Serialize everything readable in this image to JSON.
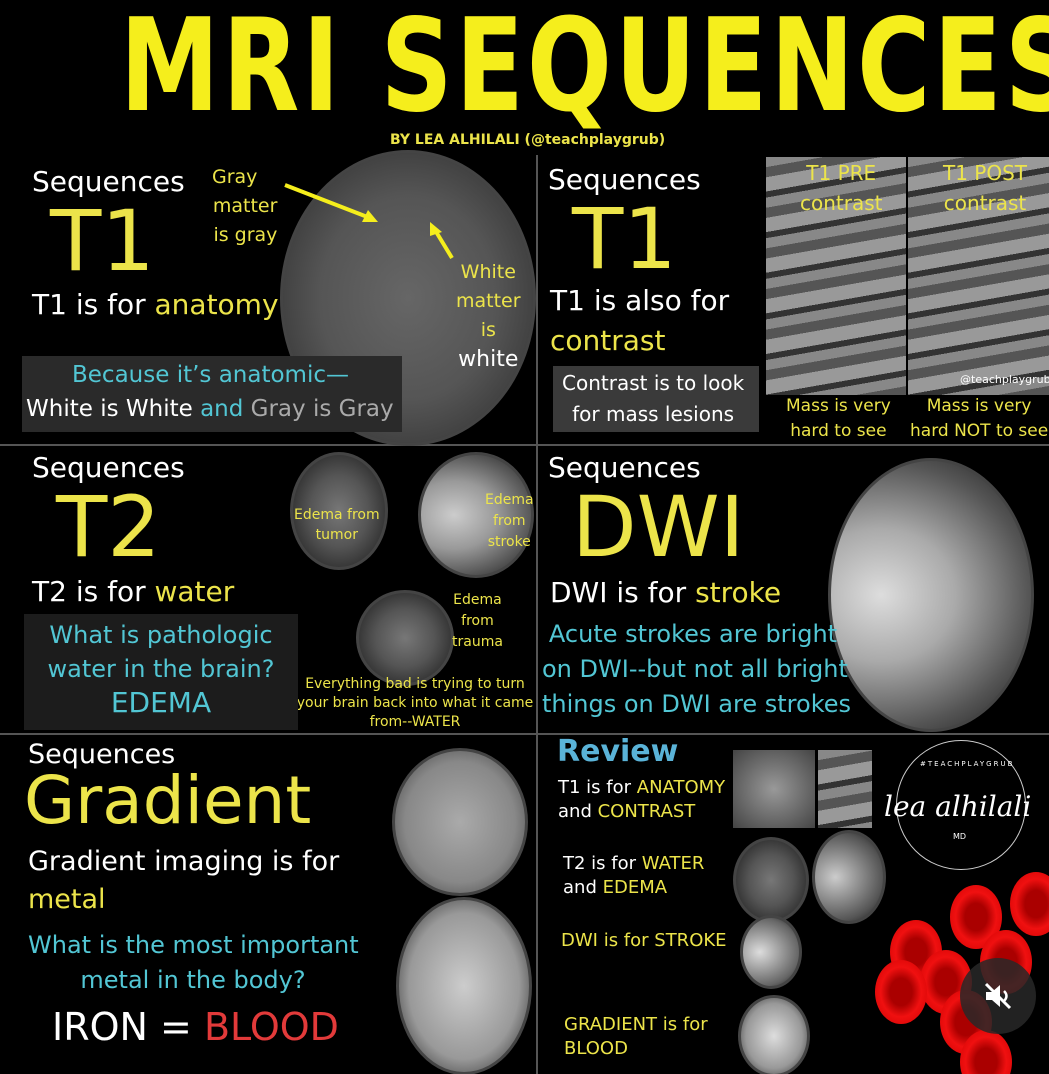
{
  "title": "MRI SEQUENCES",
  "byline": "BY LEA ALHILALI (@teachplaygrub)",
  "t1_anatomy": {
    "kicker": "Sequences",
    "name": "T1",
    "desc_a": "T1 is for ",
    "desc_b": "anatomy",
    "gray_label": [
      "Gray",
      "matter",
      "is gray"
    ],
    "white_label": [
      "White",
      "matter",
      "is",
      "white"
    ],
    "box_l1": "Because it’s anatomic—",
    "box_l2a": "White is White ",
    "box_l2b": "and ",
    "box_l2c": "Gray is Gray"
  },
  "t1_contrast": {
    "kicker": "Sequences",
    "name": "T1",
    "desc_a": "T1 is also for",
    "desc_b": "contrast",
    "box": [
      "Contrast is to look",
      "for mass lesions"
    ],
    "pre_label": [
      "T1 PRE",
      "contrast"
    ],
    "post_label": [
      "T1 POST",
      "contrast"
    ],
    "watermark": "@teachplaygrub",
    "pre_caption": [
      "Mass is very",
      "hard to see"
    ],
    "post_caption": [
      "Mass is very",
      "hard NOT to see"
    ]
  },
  "t2": {
    "kicker": "Sequences",
    "name": "T2",
    "desc_a": "T2 is for ",
    "desc_b": "water",
    "box": [
      "What is pathologic",
      "water in the brain?",
      "EDEMA"
    ],
    "tumor_label": [
      "Edema from",
      "tumor"
    ],
    "stroke_label": [
      "Edema",
      "from",
      "stroke"
    ],
    "trauma_label": [
      "Edema",
      "from",
      "trauma"
    ],
    "footer": [
      "Everything bad is trying to turn",
      "your brain back into what it came",
      "from--WATER"
    ]
  },
  "dwi": {
    "kicker": "Sequences",
    "name": "DWI",
    "desc_a": "DWI is for ",
    "desc_b": "stroke",
    "body": [
      "Acute strokes are bright",
      "on DWI--but not all bright",
      "things on DWI are strokes"
    ]
  },
  "gradient": {
    "kicker": "Sequences",
    "name": "Gradient",
    "desc_a": "Gradient imaging is for",
    "desc_b": "metal",
    "question": [
      "What is the most important",
      "metal in the body?"
    ],
    "answer_a": "IRON = ",
    "answer_b": "BLOOD"
  },
  "review": {
    "title": "Review",
    "items": [
      {
        "a": "T1 is for ",
        "b": "ANATOMY",
        "c": "and ",
        "d": "CONTRAST"
      },
      {
        "a": "T2 is for ",
        "b": "WATER",
        "c": "and ",
        "d": "EDEMA"
      },
      {
        "a": "DWI is for ",
        "b": "STROKE"
      },
      {
        "a": "",
        "b": "GRADIENT",
        "c": " is for",
        "d": "BLOOD"
      }
    ]
  },
  "logo": {
    "script": "lea alhilali",
    "ring": "#TEACHPLAYGRUB",
    "md": "MD"
  },
  "mute_button": "muted"
}
